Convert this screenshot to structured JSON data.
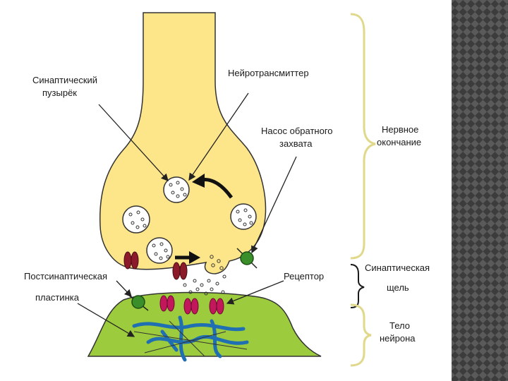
{
  "labels": {
    "synaptic_vesicle": [
      "Синаптический",
      "пузырёк"
    ],
    "neurotransmitter": "Нейротрансмиттер",
    "reuptake_pump": [
      "Насос обратного",
      "захвата"
    ],
    "nerve_terminal": [
      "Нервное",
      "окончание"
    ],
    "postsynaptic_plate": [
      "Постсинаптическая",
      "пластинка"
    ],
    "receptor": "Рецептор",
    "synaptic_cleft": [
      "Синаптическая",
      "щель"
    ],
    "neuron_body": [
      "Тело",
      "нейрона"
    ]
  },
  "colors": {
    "terminal_fill": "#fde68a",
    "neuron_fill": "#9ccc3d",
    "receptor_red": "#8b1a2b",
    "receptor_pink": "#c2185b",
    "pump_green": "#3a8f2a",
    "dendrite_blue": "#1f6fb2",
    "brace_color": "#e0d88a",
    "sidebar_dark": "#3a3a3a"
  }
}
